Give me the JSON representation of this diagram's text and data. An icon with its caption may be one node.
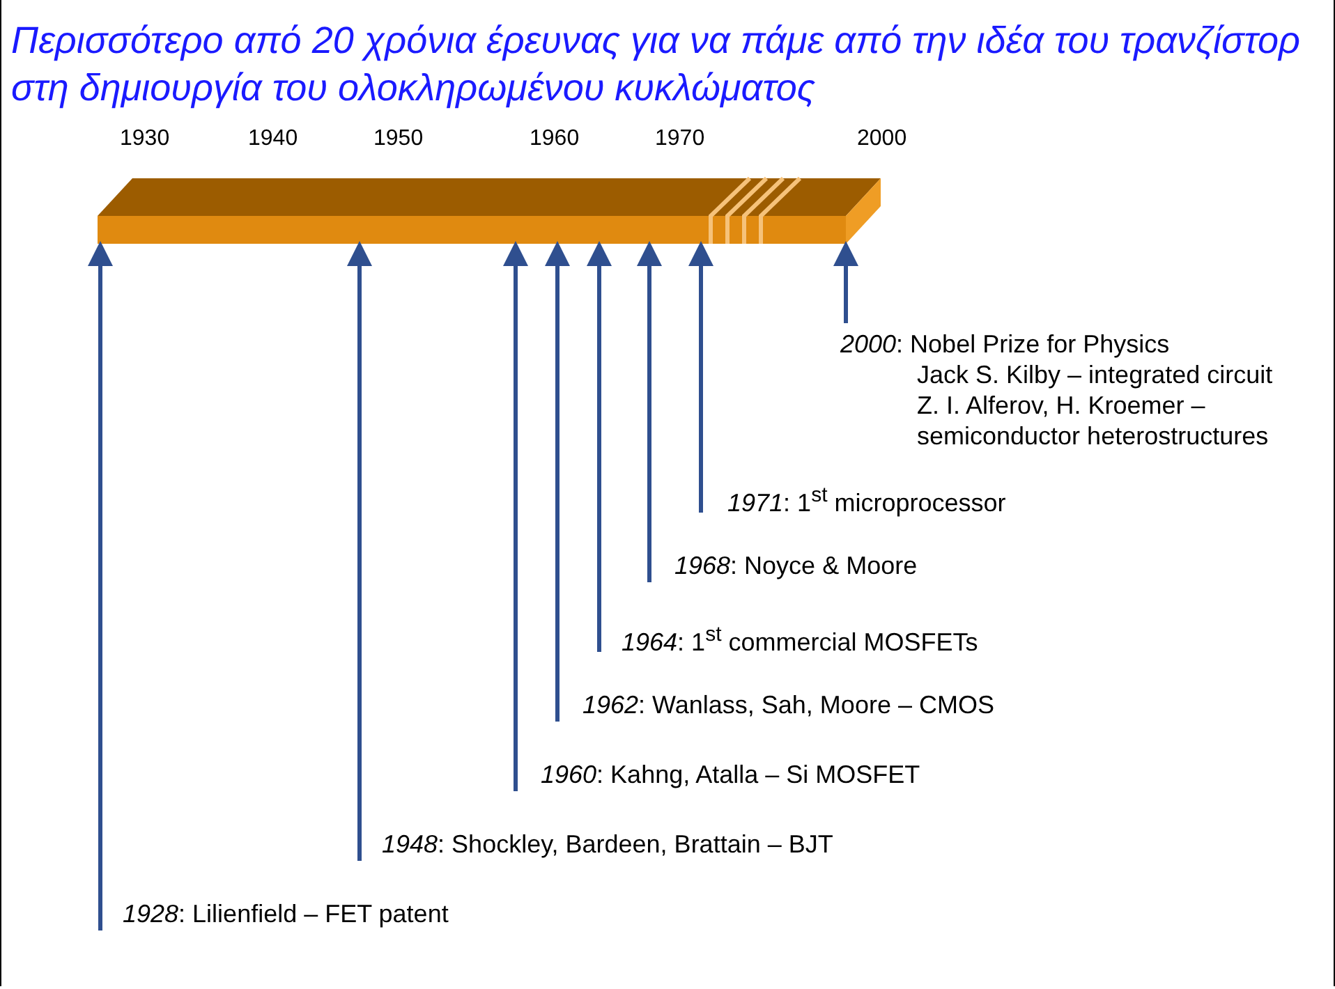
{
  "diagram": {
    "title": "Περισσότερο από 20 χρόνια έρευνας για να πάμε από την ιδέα του τρανζίστορ στη δημιουργία του ολοκληρωμένου κυκλώματος",
    "nodes": [
      {
        "text": [],
        "shape": "bar"
      },
      {
        "text": [
          "*1928*: Lilienfield – FET patent"
        ]
      },
      {
        "text": [
          "*1948*: Shockley, Bardeen, Brattain – BJT"
        ]
      },
      {
        "text": [
          "*1960*: Kahng, Atalla – Si MOSFET"
        ]
      },
      {
        "text": [
          "*1962*: Wanlass, Sah, Moore – CMOS"
        ]
      },
      {
        "text": [
          "*1964*: 1$^{st}$ commercial MOSFETs"
        ]
      },
      {
        "text": [
          "*1968*: Noyce & Moore"
        ]
      },
      {
        "text": [
          "*1971*: 1$^{st}$ microprocessor"
        ]
      },
      {
        "text": [
          "*2000*: Nobel Prize for Physics",
          "Jack S. Kilby – integrated circuit",
          "Z. I. Alferov, H. Kroemer – semiconductor heterostructures"
        ]
      }
    ],
    "edges": [
      {
        "from": 1,
        "to": 0,
        "arrow": "to"
      },
      {
        "from": 2,
        "to": 0,
        "arrow": "to"
      },
      {
        "from": 3,
        "to": 0,
        "arrow": "to"
      },
      {
        "from": 4,
        "to": 0,
        "arrow": "to"
      },
      {
        "from": 5,
        "to": 0,
        "arrow": "to"
      },
      {
        "from": 6,
        "to": 0,
        "arrow": "to"
      },
      {
        "from": 7,
        "to": 0,
        "arrow": "to"
      },
      {
        "from": 8,
        "to": 0,
        "arrow": "to"
      }
    ],
    "labels": [
      "1930",
      "1940",
      "1950",
      "1960",
      "1970",
      "2000"
    ]
  }
}
